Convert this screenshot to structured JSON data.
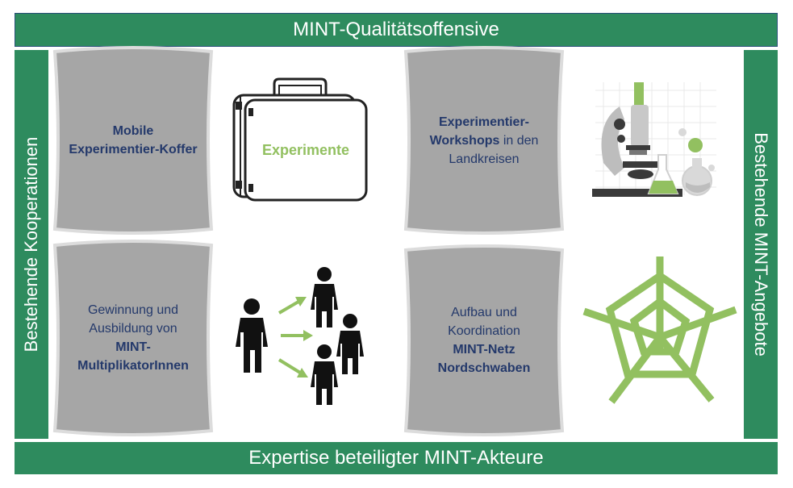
{
  "top_bar": "MINT-Qualitätsoffensive",
  "bottom_bar": "Expertise beteiligter MINT-Akteure",
  "left_bar": "Bestehende Kooperationen",
  "right_bar": "Bestehende MINT-Angebote",
  "cards": {
    "koffer": {
      "line1": "Mobile",
      "line2": "Experimentier-Koffer"
    },
    "workshops": {
      "bold1": "Experimentier-",
      "bold2": "Workshops",
      "rest2": " in den",
      "line3": "Landkreisen"
    },
    "gewinnung": {
      "line1": "Gewinnung und",
      "line2": "Ausbildung von",
      "bold3": "MINT-",
      "bold4": "MultiplikatorInnen"
    },
    "aufbau": {
      "line1": "Aufbau und",
      "line2": "Koordination",
      "bold3": "MINT-Netz",
      "bold4": "Nordschwaben"
    }
  },
  "suitcase_label": "Experimente",
  "colors": {
    "band": "#2e8b5e",
    "card": "#a6a6a6",
    "accent": "#92c060",
    "text": "#24396b"
  }
}
